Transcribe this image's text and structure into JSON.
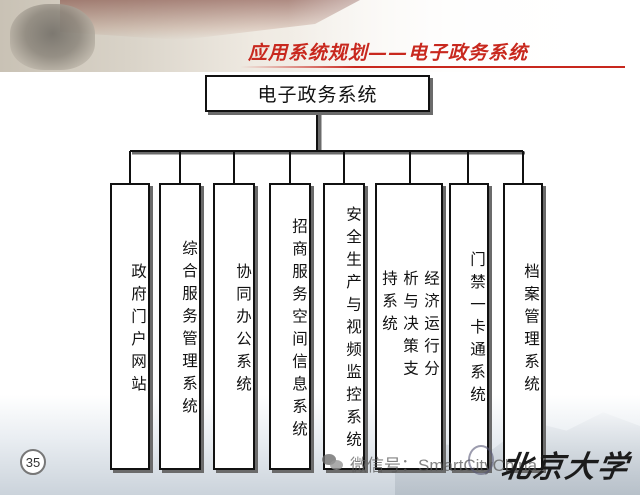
{
  "slide_title": "应用系统规划——电子政务系统",
  "diagram": {
    "root": "电子政务系统",
    "children": [
      "政府门户网站",
      "综合服务管理系统",
      "协同办公系统",
      "招商服务空间信息系统",
      "安全生产与视频监控系统",
      "经济运行分析与决策支持系统",
      "门禁一卡通系统",
      "档案管理系统"
    ]
  },
  "page_number": "35",
  "watermark_text": "微信号：SmartCityChina",
  "logo_text": "北京大学",
  "colors": {
    "title": "#c8281e",
    "border": "#111111",
    "shadow": "#6b6b6b"
  }
}
